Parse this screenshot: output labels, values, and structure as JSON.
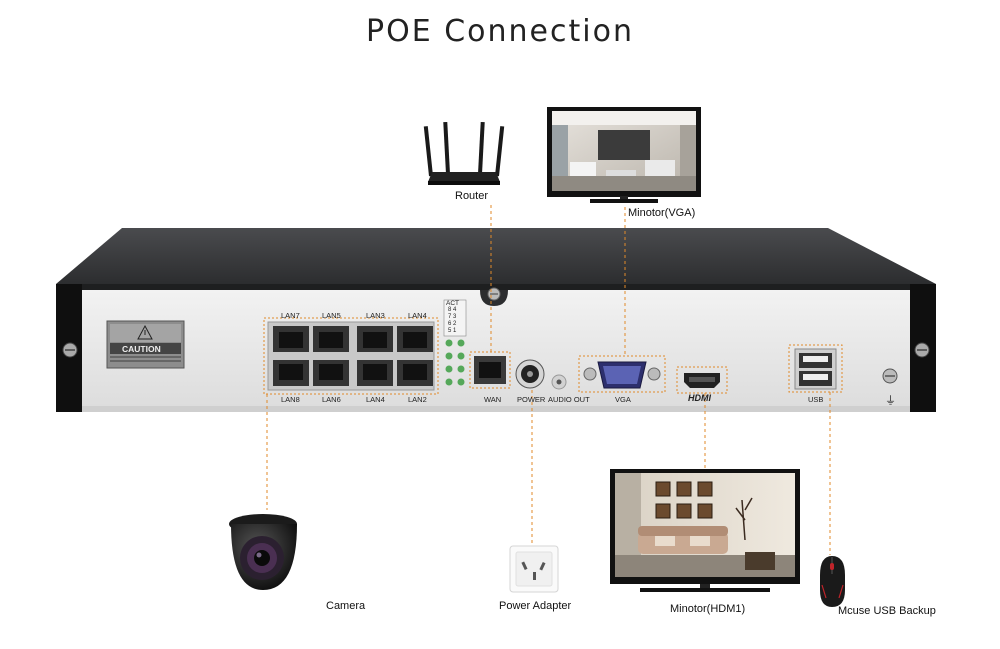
{
  "title": "POE  Connection",
  "devices": {
    "router": "Router",
    "monitor_vga": "Minotor(VGA)",
    "camera": "Camera",
    "power_adapter": "Power Adapter",
    "monitor_hdmi": "Minotor(HDM1)",
    "mouse_usb": "Mcuse USB Backup"
  },
  "panel": {
    "caution": "CAUTION",
    "lan_top": [
      "LAN7",
      "LAN5",
      "LAN3",
      "LAN4"
    ],
    "lan_bottom": [
      "LAN8",
      "LAN6",
      "LAN4",
      "LAN2"
    ],
    "act_header": "ACT",
    "act_rows": [
      "8  4",
      "7  3",
      "6  2",
      "5  1"
    ],
    "wan": "WAN",
    "power": "POWER",
    "audio_out": "AUDIO  OUT",
    "vga": "VGA",
    "hdmi": "HDMI",
    "usb": "USB",
    "ground_symbol": "⏚"
  },
  "colors": {
    "connector_line": "#e08a2a",
    "nvr_top": "#3a3b3d",
    "nvr_panel": "#e9e9e9",
    "nvr_side": "#111111"
  }
}
